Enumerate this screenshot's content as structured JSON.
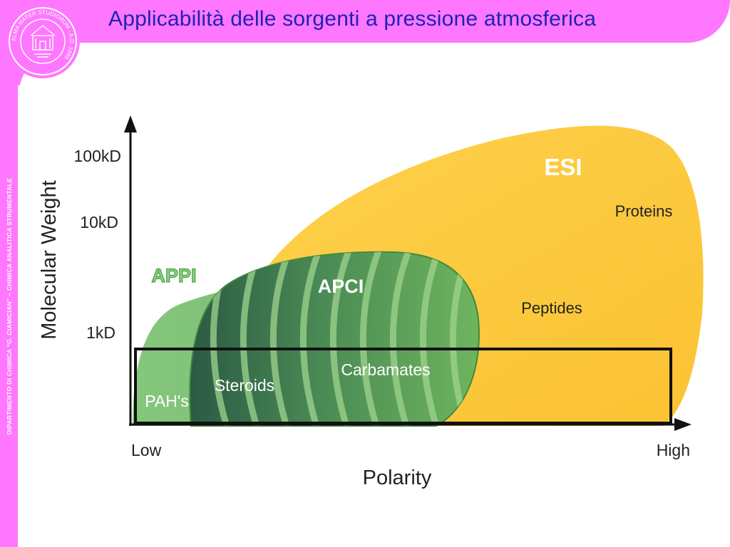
{
  "slide": {
    "title": "Applicabilità delle sorgenti a pressione atmosferica",
    "department": "DIPARTIMENTO DI CHIMICA “G. CIAMICIAN” – CHIMICA ANALITICA STRUMENTALE",
    "seal_text": "ALMA MATER STUDIORUM · A.D. 1088"
  },
  "diagram": {
    "y_axis_label": "Molecular Weight",
    "x_axis_label": "Polarity",
    "y_ticks": [
      "100kD",
      "10kD",
      "1kD"
    ],
    "x_ticks": [
      "Low",
      "High"
    ],
    "regions": {
      "esi": "ESI",
      "appi": "APPI",
      "apci": "APCI"
    },
    "compounds": {
      "proteins": "Proteins",
      "peptides": "Peptides",
      "carbamates": "Carbamates",
      "steroids": "Steroids",
      "pahs": "PAH's"
    },
    "colors": {
      "esi": "#fdc93b",
      "appi": "#7cc074",
      "apci_dark": "#2d5d45",
      "apci_light": "#7cbf68",
      "title": "#1e22b4",
      "frame": "#ff77ff"
    }
  }
}
